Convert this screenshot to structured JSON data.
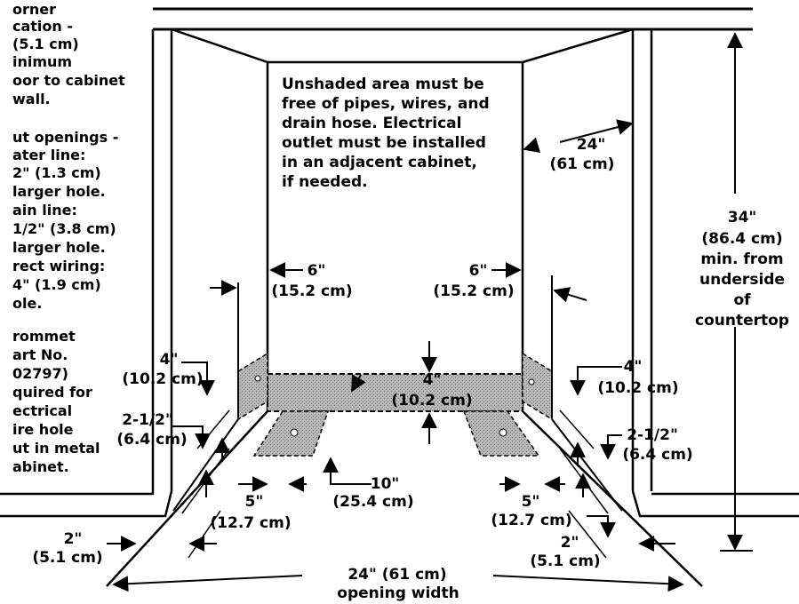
{
  "left_notes": {
    "note1": [
      "orner",
      "cation -",
      "(5.1 cm)",
      "inimum",
      "oor to cabinet",
      "wall."
    ],
    "note2": [
      "ut openings -",
      "ater line:",
      "2\" (1.3 cm)",
      "larger hole.",
      "ain line:",
      "1/2\" (3.8 cm)",
      "larger hole.",
      "rect wiring:",
      "4\" (1.9 cm)",
      "ole."
    ],
    "note3": [
      "rommet",
      "art No.",
      "02797)",
      "quired for",
      "ectrical",
      "ire hole",
      "ut in metal",
      "abinet."
    ]
  },
  "center_note": [
    "Unshaded area must be",
    "free of pipes, wires, and",
    "drain hose. Electrical",
    "outlet must be installed",
    "in an adjacent cabinet,",
    "if needed."
  ],
  "dims": {
    "top_right_24": [
      "24\"",
      "(61 cm)"
    ],
    "height_34": [
      "34\"",
      "(86.4 cm)",
      "min. from",
      "underside",
      "of",
      "countertop"
    ],
    "six_left": [
      "6\"",
      "(15.2 cm)"
    ],
    "six_right": [
      "6\"",
      "(15.2 cm)"
    ],
    "four_left": [
      "4\"",
      "(10.2 cm)"
    ],
    "four_right": [
      "4\"",
      "(10.2 cm)"
    ],
    "four_center": [
      "4\"",
      "(10.2 cm)"
    ],
    "two_half_left": [
      "2-1/2\"",
      "(6.4 cm)"
    ],
    "two_half_right": [
      "2-1/2\"",
      "(6.4 cm)"
    ],
    "ten": [
      "10\"",
      "(25.4 cm)"
    ],
    "five_left": [
      "5\"",
      "(12.7 cm)"
    ],
    "five_right": [
      "5\"",
      "(12.7 cm)"
    ],
    "two_left": [
      "2\"",
      "(5.1 cm)"
    ],
    "two_right": [
      "2\"",
      "(5.1 cm)"
    ],
    "bottom_width": [
      "24\" (61 cm)",
      "opening width"
    ]
  }
}
